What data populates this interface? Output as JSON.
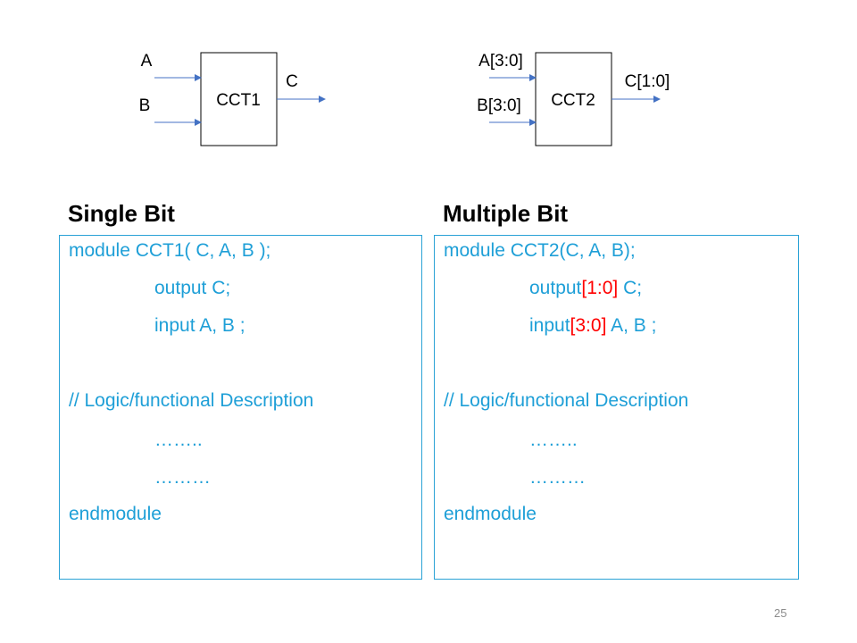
{
  "colors": {
    "code_text": "#1e9fd7",
    "highlight": "#ff0000",
    "box_border": "#2aa2d6",
    "arrow": "#4472c4"
  },
  "diagram_left": {
    "block_label": "CCT1",
    "input_a": "A",
    "input_b": "B",
    "output": "C"
  },
  "diagram_right": {
    "block_label": "CCT2",
    "input_a": "A[3:0]",
    "input_b": "B[3:0]",
    "output": "C[1:0]"
  },
  "left_panel": {
    "title": "Single Bit",
    "lines": {
      "module": "module CCT1( C, A, B );",
      "output": "output C;",
      "input": "input A, B ;",
      "comment": "// Logic/functional Description",
      "dots1": "……..",
      "dots2": "………",
      "end": "endmodule"
    }
  },
  "right_panel": {
    "title": "Multiple Bit",
    "lines": {
      "module": "module CCT2(C, A, B);",
      "output_kw": "output",
      "output_range": "[1:0]",
      "output_rest": " C;",
      "input_kw": "input",
      "input_range": "[3:0]",
      "input_rest": " A, B ;",
      "comment": "// Logic/functional Description",
      "dots1": "……..",
      "dots2": "………",
      "end": "endmodule"
    }
  },
  "page_number": "25"
}
